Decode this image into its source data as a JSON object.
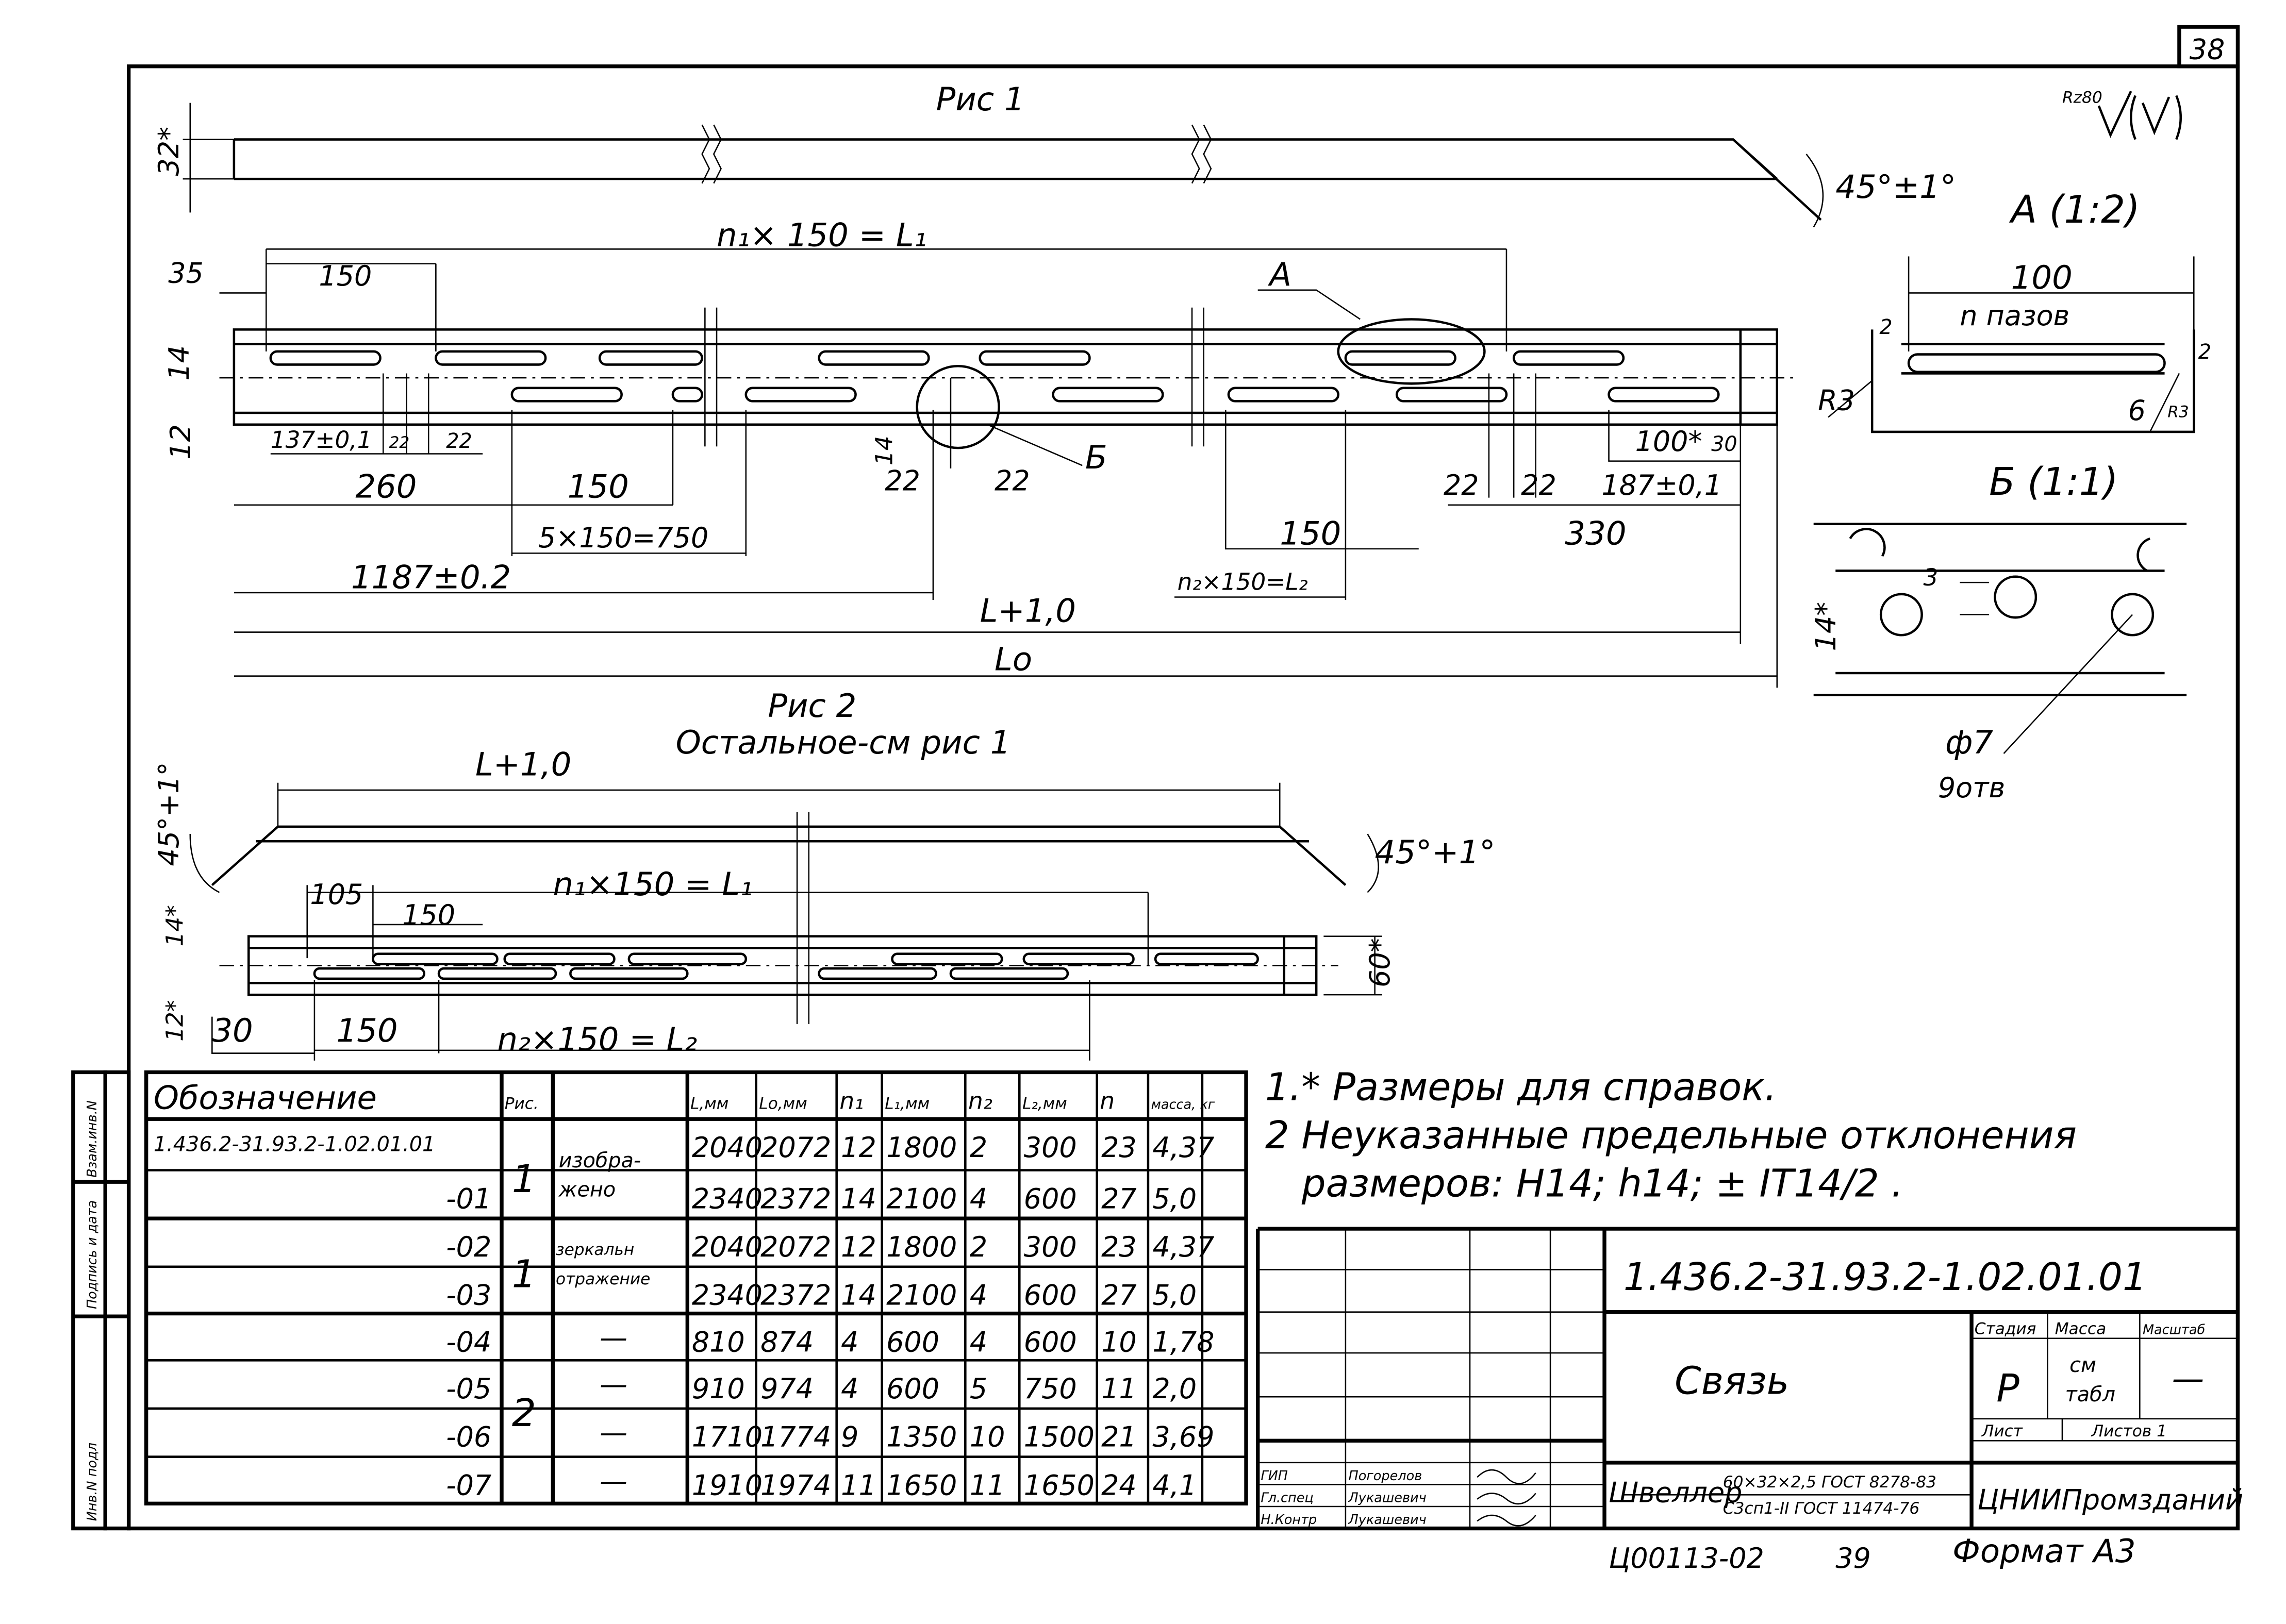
{
  "sheet_number": "38",
  "roughness": "Rz80",
  "fig1": {
    "title": "Рис 1",
    "dims": {
      "h32": "32*",
      "angle": "45°±1°",
      "n1": "n₁× 150 = L₁",
      "d35": "35",
      "d150a": "150",
      "A": "А",
      "d14": "14",
      "d12": "12",
      "d137": "137±0,1",
      "d22a": "22",
      "d22b": "22",
      "d260": "260",
      "d150b": "150",
      "d750": "5×150=750",
      "d14b": "14",
      "d22c": "22",
      "d22d": "22",
      "B": "Б",
      "d22e": "22",
      "d22f": "22",
      "d100": "100*",
      "d30": "30",
      "d187": "187±0,1",
      "d150c": "150",
      "d330": "330",
      "d1187": "1187±0.2",
      "n2": "n₂×150=L₂",
      "L": "L+1,0",
      "Lo": "Lo"
    }
  },
  "detailA": {
    "title": "А (1:2)",
    "d100": "100",
    "n": "n пазов",
    "r3a": "R3",
    "d6": "6",
    "r3b": "R3",
    "d2a": "2",
    "d2b": "2"
  },
  "detailB": {
    "title": "Б (1:1)",
    "d3": "3",
    "d14": "14*",
    "hole": "ф7",
    "count": "9отв"
  },
  "fig2": {
    "title": "Рис 2",
    "subtitle": "Остальное-см рис 1",
    "L": "L+1,0",
    "angle_l": "45°+1°",
    "angle_r": "45°+1°",
    "d105": "105",
    "n1": "n₁×150 = L₁",
    "d150a": "150",
    "d14": "14*",
    "d12": "12*",
    "d60": "60*",
    "d30": "30",
    "d150b": "150",
    "n2": "n₂×150 = L₂"
  },
  "notes": [
    "1.* Размеры для справок.",
    "2 Неуказанные предельные отклонения",
    "размеров: H14; h14; ± IT14/2 ."
  ],
  "side_stamp": [
    "Взам.инв.N",
    "Подпись и дата",
    "Инв.N подл"
  ],
  "table": {
    "headers": [
      "Обозначение",
      "Рис.",
      "",
      "L,мм",
      "Lo,мм",
      "n₁",
      "L₁,мм",
      "n₂",
      "L₂,мм",
      "n",
      "масса, кг"
    ],
    "rows": [
      [
        "1.436.2-31.93.2-1.02.01.01",
        "2040",
        "2072",
        "12",
        "1800",
        "2",
        "300",
        "23",
        "4,37"
      ],
      [
        "-01",
        "2340",
        "2372",
        "14",
        "2100",
        "4",
        "600",
        "27",
        "5,0"
      ],
      [
        "-02",
        "2040",
        "2072",
        "12",
        "1800",
        "2",
        "300",
        "23",
        "4,37"
      ],
      [
        "-03",
        "2340",
        "2372",
        "14",
        "2100",
        "4",
        "600",
        "27",
        "5,0"
      ],
      [
        "-04",
        "810",
        "874",
        "4",
        "600",
        "4",
        "600",
        "10",
        "1,78"
      ],
      [
        "-05",
        "910",
        "974",
        "4",
        "600",
        "5",
        "750",
        "11",
        "2,0"
      ],
      [
        "-06",
        "1710",
        "1774",
        "9",
        "1350",
        "10",
        "1500",
        "21",
        "3,69"
      ],
      [
        "-07",
        "1910",
        "1974",
        "11",
        "1650",
        "11",
        "1650",
        "24",
        "4,1"
      ]
    ],
    "groups": [
      {
        "fig": "1",
        "note1": "изобра-",
        "note2": "жено"
      },
      {
        "fig": "1",
        "note1": "зеркальн",
        "note2": "отражение"
      },
      {
        "fig": "2",
        "note": "—"
      }
    ]
  },
  "title_block": {
    "doc_number": "1.436.2-31.93.2-1.02.01.01",
    "name": "Связь",
    "stage_label": "Стадия",
    "mass_label": "Масса",
    "scale_label": "Масштаб",
    "stage": "Р",
    "mass1": "см",
    "mass2": "табл",
    "scale": "—",
    "sheet_label": "Лист",
    "sheets_label": "Листов 1",
    "material_name": "Швеллер",
    "material_top": "60×32×2,5 ГОСТ 8278-83",
    "material_bottom": "С3сп1-II ГОСТ 11474-76",
    "org": "ЦНИИПромзданий",
    "people": [
      {
        "role": "ГИП",
        "name": "Погорелов"
      },
      {
        "role": "Гл.спец",
        "name": "Лукашевич"
      },
      {
        "role": "Н.Контр",
        "name": "Лукашевич"
      }
    ]
  },
  "footer": {
    "code": "Ц00113-02",
    "num": "39",
    "format": "Формат А3"
  }
}
